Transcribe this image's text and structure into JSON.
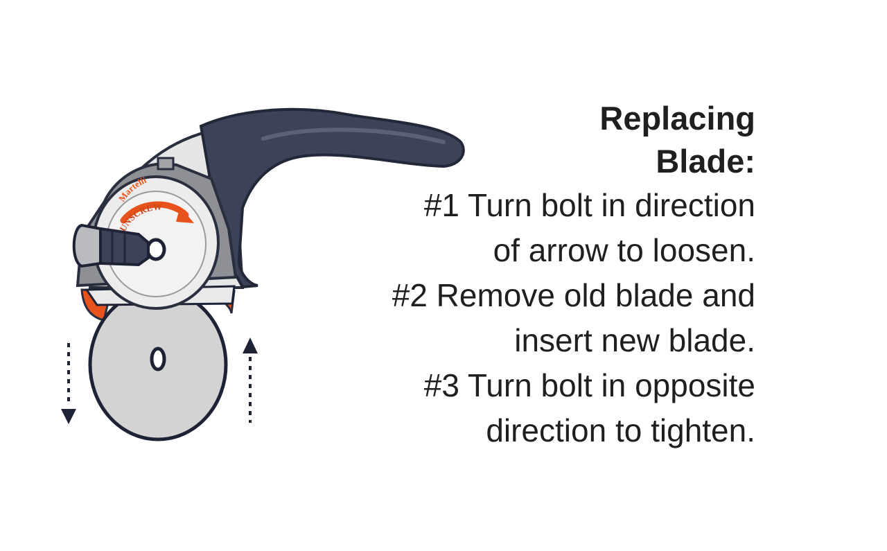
{
  "illustration": {
    "brand_text": "Martelli",
    "dial_text": "UNSCREW",
    "colors": {
      "handle": "#3c4257",
      "handle_shadow": "#232838",
      "accent_orange": "#e8531d",
      "blade_fill": "#d3d3d3",
      "guard_fill": "#e9e9e9",
      "arrow": "#1d2235"
    },
    "icons": [
      "rotary-cutter-icon",
      "blade-down-arrow-icon",
      "blade-up-arrow-icon"
    ]
  },
  "instructions": {
    "heading": [
      "Replacing",
      "Blade:"
    ],
    "steps": [
      "#1 Turn bolt in direction",
      "of arrow to loosen.",
      "#2 Remove old blade and",
      "insert new blade.",
      "#3 Turn bolt in opposite",
      "direction to tighten."
    ]
  }
}
